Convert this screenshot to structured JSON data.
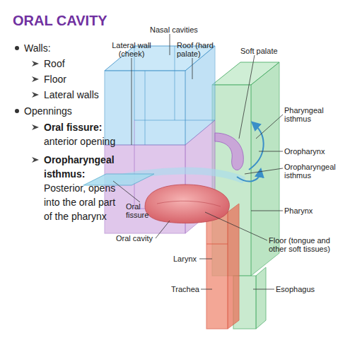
{
  "diagram": {
    "title": "ORAL CAVITY",
    "labels": [
      "Walls:",
      "Roof",
      "Floor",
      "Lateral walls",
      "Opennings",
      "Oral fissure:",
      "anterior opening",
      "Oropharyngeal isthmus:",
      "Posterior, opens into the oral part of the pharynx",
      "Nasal cavities",
      "Lateral wall (cheek)",
      "Roof (hard palate)",
      "Soft palate",
      "Pharyngeal isthmus",
      "Oropharynx",
      "Oropharyngeal isthmus",
      "Oral fissure",
      "Pharynx",
      "Floor (tongue and other soft tissues)",
      "Oral cavity",
      "Larynx",
      "Trachea",
      "Esophagus"
    ]
  }
}
